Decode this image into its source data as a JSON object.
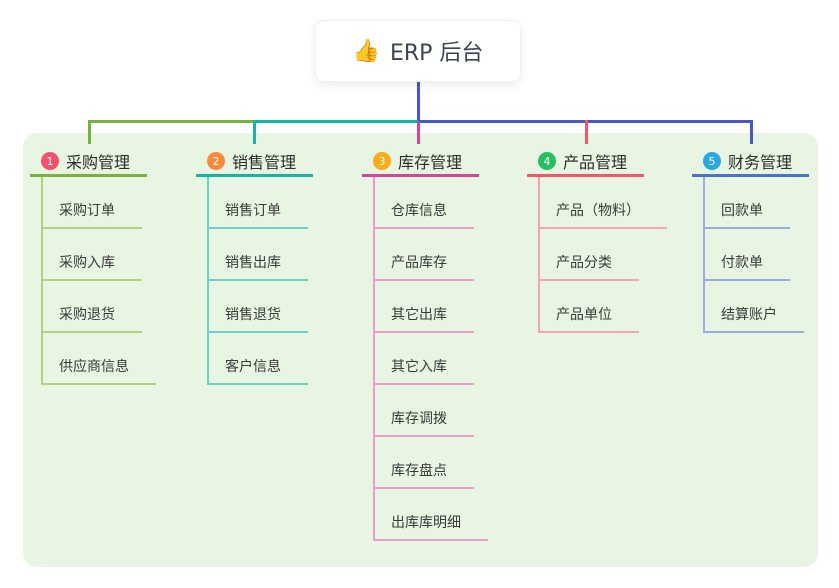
{
  "root": {
    "icon": "👍",
    "title": "ERP 后台"
  },
  "branches": [
    {
      "num": "1",
      "title": "采购管理",
      "color": "#77b33e",
      "badge_color": "#f5516c",
      "items": [
        "采购订单",
        "采购入库",
        "采购退货",
        "供应商信息"
      ]
    },
    {
      "num": "2",
      "title": "销售管理",
      "color": "#13b5a6",
      "badge_color": "#fb8a3c",
      "items": [
        "销售订单",
        "销售出库",
        "销售退货",
        "客户信息"
      ]
    },
    {
      "num": "3",
      "title": "库存管理",
      "color": "#d6459c",
      "badge_color": "#fbab18",
      "items": [
        "仓库信息",
        "产品库存",
        "其它出库",
        "其它入库",
        "库存调拨",
        "库存盘点",
        "出库库明细"
      ]
    },
    {
      "num": "4",
      "title": "产品管理",
      "color": "#f5566d",
      "badge_color": "#26bf64",
      "items": [
        "产品（物料）",
        "产品分类",
        "产品单位"
      ]
    },
    {
      "num": "5",
      "title": "财务管理",
      "color": "#4a72ce",
      "badge_color": "#28a8e0",
      "items": [
        "回款单",
        "付款单",
        "结算账户"
      ]
    }
  ],
  "colors": {
    "panel_bg": "#e8f5e2",
    "root_connector": "#4758cf",
    "root_text": "#3b4454"
  }
}
